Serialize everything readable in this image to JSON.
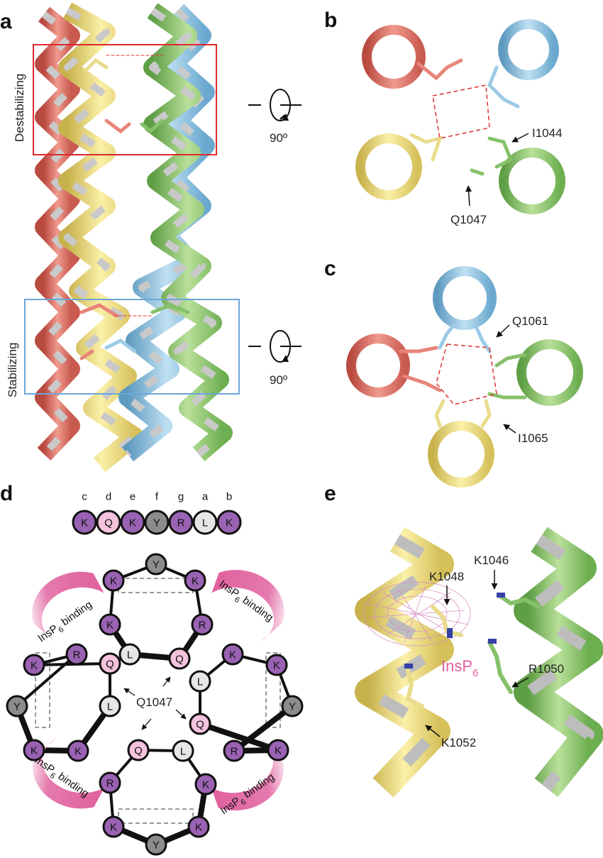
{
  "panels": {
    "a": {
      "label": "a",
      "box_labels": [
        "Destabilizing",
        "Stabilizing"
      ],
      "rotation": [
        "90º",
        "90º"
      ]
    },
    "b": {
      "label": "b",
      "residues": [
        "I1044",
        "Q1047"
      ]
    },
    "c": {
      "label": "c",
      "residues": [
        "Q1061",
        "I1065"
      ]
    },
    "d": {
      "label": "d",
      "heptad_positions": [
        "c",
        "d",
        "e",
        "f",
        "g",
        "a",
        "b"
      ],
      "heptad_residues": [
        "K",
        "Q",
        "K",
        "Y",
        "R",
        "L",
        "K"
      ],
      "center_label": "Q1047",
      "insp6_label": "InsP",
      "insp6_sub": "6",
      "binding_word": "binding"
    },
    "e": {
      "label": "e",
      "residues": [
        "K1046",
        "K1048",
        "R1050",
        "K1052"
      ],
      "ligand_label": "InsP",
      "ligand_sub": "6"
    }
  },
  "colors": {
    "red_helix": "#e8766a",
    "blue_helix": "#8ec3e2",
    "yellow_helix": "#f2e186",
    "green_helix": "#8fc870",
    "destabilizing_box": "#e0282e",
    "stabilizing_box": "#6aa6d8",
    "k_residue": "#9a62b3",
    "q_residue": "#f4c2dc",
    "y_residue": "#8c8c8c",
    "l_residue": "#e6e6e6",
    "insp6_binding": "#e0609e"
  }
}
